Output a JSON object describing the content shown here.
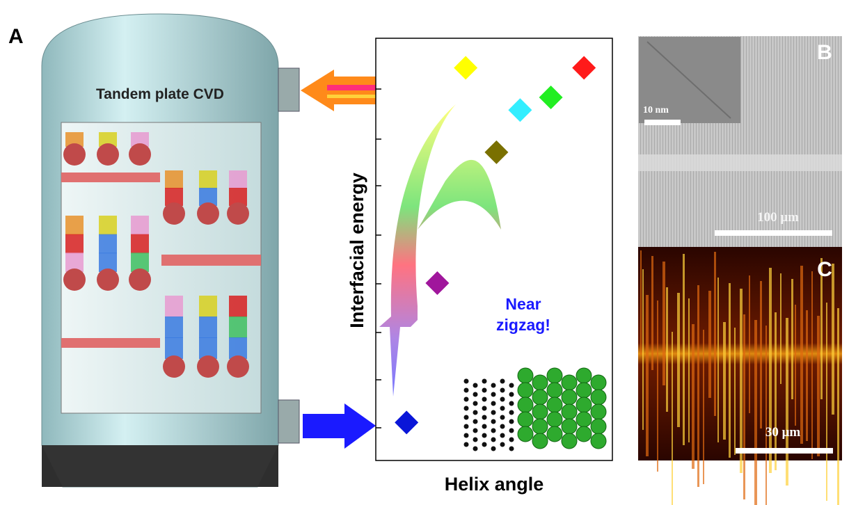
{
  "panels": {
    "a": {
      "label": "A",
      "vessel_title": "Tandem plate CVD"
    },
    "b": {
      "label": "B",
      "inset_scale": "10 nm",
      "scale": "100 μm"
    },
    "c": {
      "label": "C",
      "scale": "30 μm"
    }
  },
  "plot": {
    "ylabel": "Interfacial energy",
    "xlabel": "Helix angle",
    "annotation_line1": "Near",
    "annotation_line2": "zigzag!",
    "markers": [
      {
        "color": "#ffff00",
        "helix": 0.38,
        "energy": 0.93
      },
      {
        "color": "#ff1a1a",
        "helix": 0.88,
        "energy": 0.93
      },
      {
        "color": "#22ee22",
        "helix": 0.74,
        "energy": 0.86
      },
      {
        "color": "#33eeff",
        "helix": 0.61,
        "energy": 0.83
      },
      {
        "color": "#7a7000",
        "helix": 0.51,
        "energy": 0.73
      },
      {
        "color": "#a0169c",
        "helix": 0.26,
        "energy": 0.42
      },
      {
        "color": "#0a16d8",
        "helix": 0.13,
        "energy": 0.09
      }
    ]
  },
  "colors": {
    "accent_blue": "#1a1aff",
    "vessel": "#b8e0e4"
  }
}
